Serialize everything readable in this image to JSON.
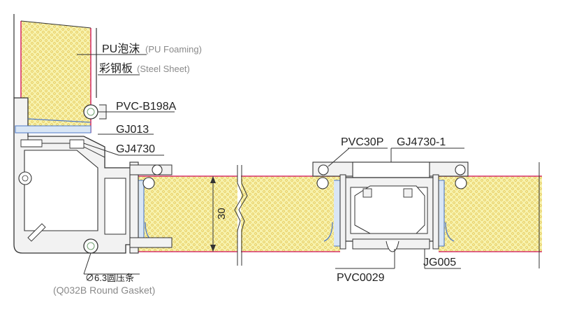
{
  "labels": {
    "pu_cn": "PU泡沫",
    "pu_en": "(PU Foaming)",
    "steel_cn": "彩钢板",
    "steel_en": "(Steel Sheet)",
    "pvc_b198a": "PVC-B198A",
    "gj013": "GJ013",
    "gj4730": "GJ4730",
    "pvc30p": "PVC30P",
    "gj4730_1": "GJ4730-1",
    "dim_30": "30",
    "jg005": "JG005",
    "pvc0029": "PVC0029",
    "gasket_cn": "∅6.3圆压条",
    "gasket_en": "(Q032B Round Gasket)"
  },
  "colors": {
    "foam": "#f7f2ad",
    "foam_dot": "#e7c95a",
    "steel_edge": "#d6336c",
    "profile_fill": "#f2f2f2",
    "profile_line": "#333333",
    "insert_blue": "#4f79c8",
    "insert_fill": "#d9e6f5",
    "gasket_green": "#6ea06e"
  }
}
